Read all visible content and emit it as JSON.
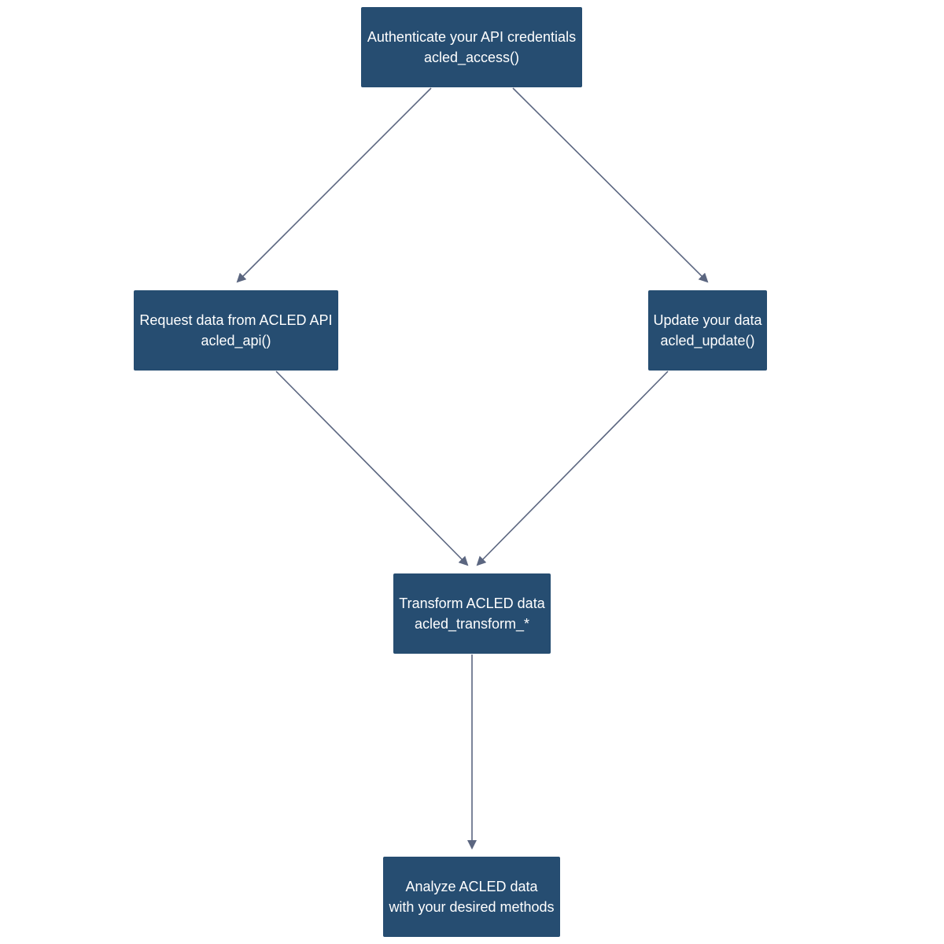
{
  "colors": {
    "node_fill": "#264d71",
    "node_text": "#ffffff",
    "edge": "#5b6680",
    "background": "#ffffff"
  },
  "nodes": {
    "authenticate": {
      "line1": "Authenticate your API credentials",
      "line2": "acled_access()"
    },
    "request": {
      "line1": "Request data from ACLED API",
      "line2": "acled_api()"
    },
    "update": {
      "line1": "Update your data",
      "line2": "acled_update()"
    },
    "transform": {
      "line1": "Transform ACLED data",
      "line2": "acled_transform_*"
    },
    "analyze": {
      "line1": "Analyze ACLED data",
      "line2": "with your desired methods"
    }
  },
  "edges": [
    {
      "from": "authenticate",
      "to": "request"
    },
    {
      "from": "authenticate",
      "to": "update"
    },
    {
      "from": "request",
      "to": "transform"
    },
    {
      "from": "update",
      "to": "transform"
    },
    {
      "from": "transform",
      "to": "analyze"
    }
  ]
}
